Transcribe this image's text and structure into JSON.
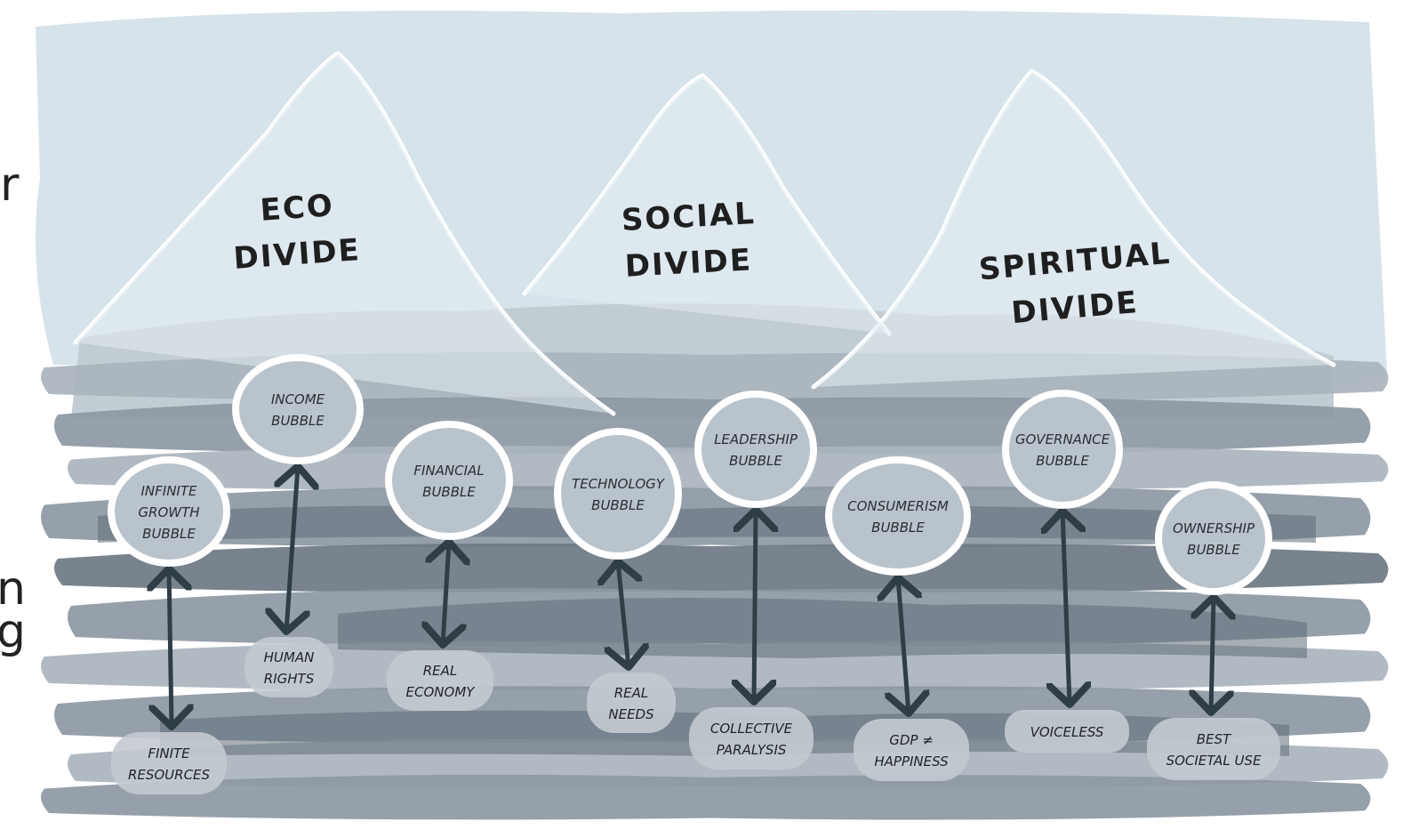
{
  "side_fragments": [
    "r",
    "n",
    "g"
  ],
  "divides": [
    {
      "id": "eco",
      "line1": "ECO",
      "line2": "DIVIDE"
    },
    {
      "id": "social",
      "line1": "SOCIAL",
      "line2": "DIVIDE"
    },
    {
      "id": "spiritual",
      "line1": "SPIRITUAL",
      "line2": "DIVIDE"
    }
  ],
  "bubbles": [
    {
      "id": "infinite-growth",
      "lines": [
        "INFINITE",
        "GROWTH",
        "BUBBLE"
      ]
    },
    {
      "id": "income",
      "lines": [
        "INCOME",
        "BUBBLE"
      ]
    },
    {
      "id": "financial",
      "lines": [
        "FINANCIAL",
        "BUBBLE"
      ]
    },
    {
      "id": "technology",
      "lines": [
        "TECHNOLOGY",
        "BUBBLE"
      ]
    },
    {
      "id": "leadership",
      "lines": [
        "LEADERSHIP",
        "BUBBLE"
      ]
    },
    {
      "id": "consumerism",
      "lines": [
        "CONSUMERISM",
        "BUBBLE"
      ]
    },
    {
      "id": "governance",
      "lines": [
        "GOVERNANCE",
        "BUBBLE"
      ]
    },
    {
      "id": "ownership",
      "lines": [
        "OWNERSHIP",
        "BUBBLE"
      ]
    }
  ],
  "realities": [
    {
      "id": "finite-resources",
      "lines": [
        "FINITE",
        "RESOURCES"
      ]
    },
    {
      "id": "human-rights",
      "lines": [
        "HUMAN",
        "RIGHTS"
      ]
    },
    {
      "id": "real-economy",
      "lines": [
        "REAL",
        "ECONOMY"
      ]
    },
    {
      "id": "real-needs",
      "lines": [
        "REAL",
        "NEEDS"
      ]
    },
    {
      "id": "collective-paralysis",
      "lines": [
        "COLLECTIVE",
        "PARALYSIS"
      ]
    },
    {
      "id": "gdp-happiness",
      "lines": [
        "GDP ≠",
        "HAPPINESS"
      ]
    },
    {
      "id": "voiceless",
      "lines": [
        "VOICELESS"
      ]
    },
    {
      "id": "best-societal-use",
      "lines": [
        "BEST",
        "SOCIETAL USE"
      ]
    }
  ],
  "colors": {
    "sky": "#d6e3ea",
    "water_light": "#aab4bd",
    "water_mid": "#8d98a3",
    "water_dark": "#6c7883",
    "bubble_fill": "#b9c3cc",
    "bubble_stroke": "#ffffff",
    "arrow": "#2f3d47",
    "reality_fill": "#c4cad0"
  }
}
